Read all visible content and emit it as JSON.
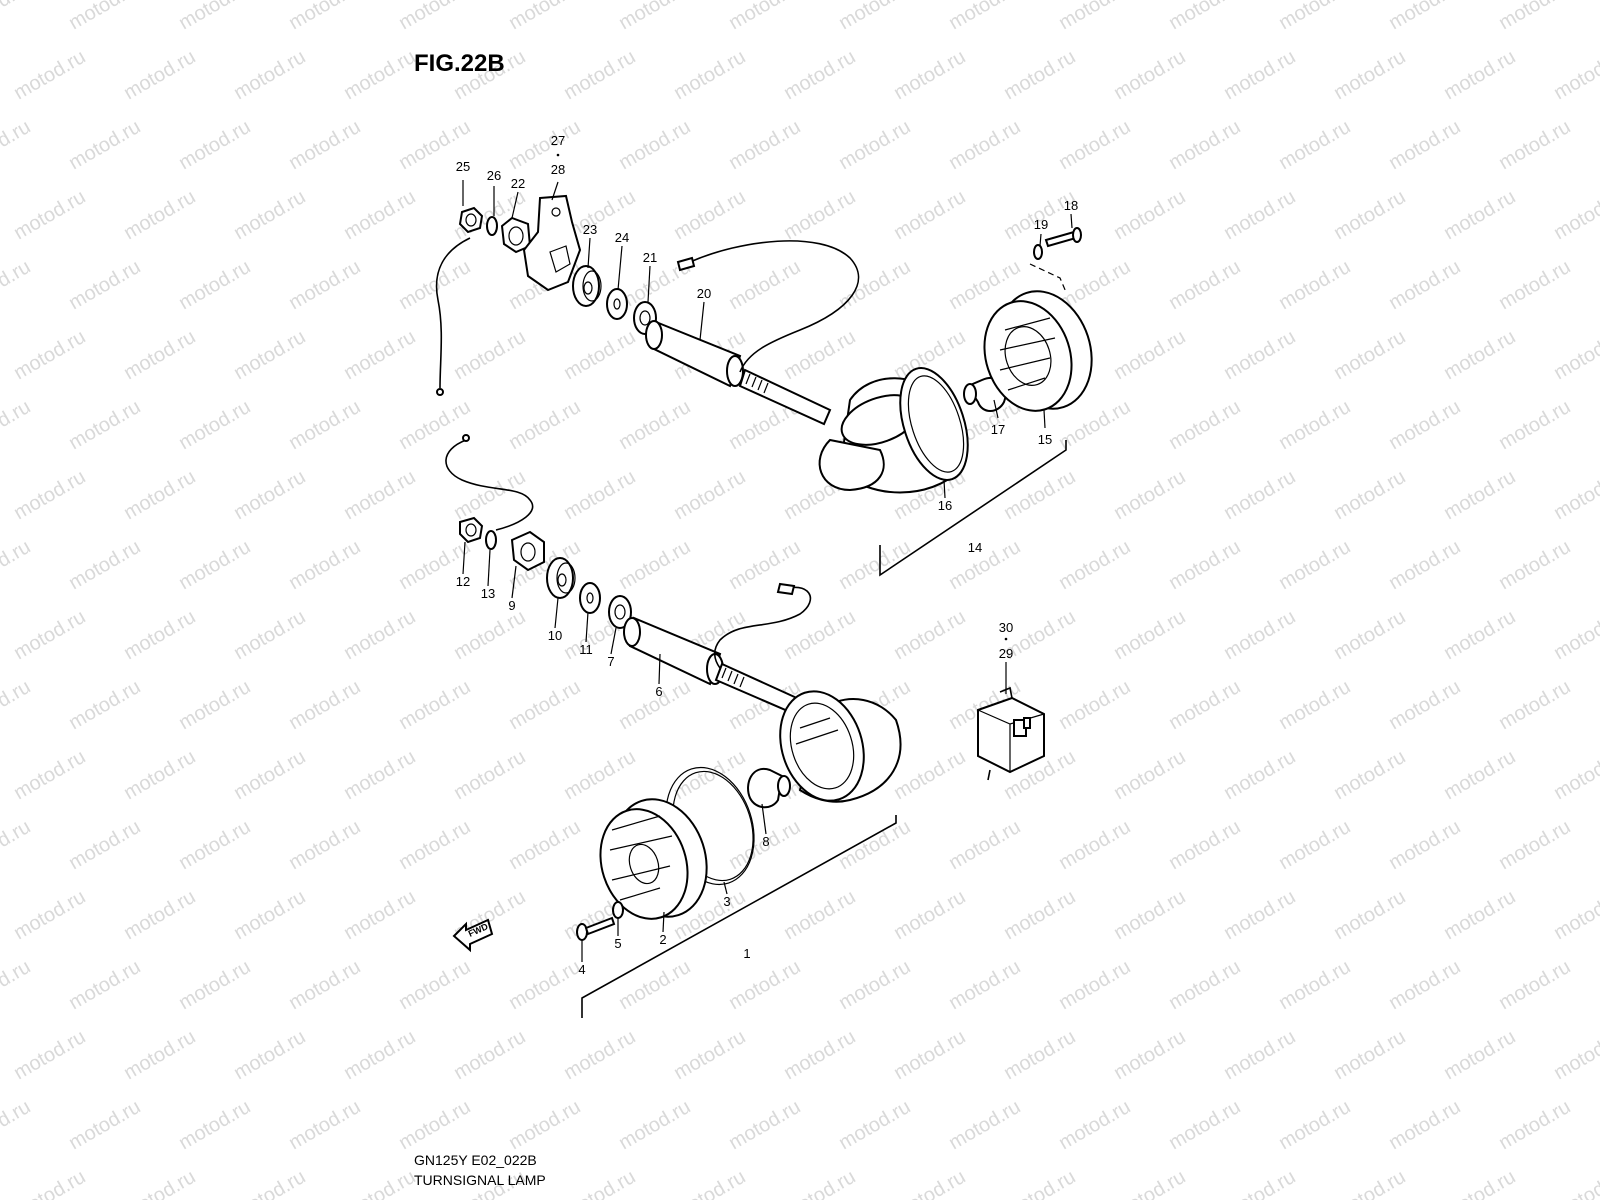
{
  "figure": {
    "title": "FIG.22B",
    "code": "GN125Y E02_022B",
    "name": "TURNSIGNAL LAMP",
    "watermark": "motod.ru",
    "fwd_label": "FWD"
  },
  "callouts": [
    {
      "id": "c1",
      "label": "1"
    },
    {
      "id": "c2",
      "label": "2"
    },
    {
      "id": "c3",
      "label": "3"
    },
    {
      "id": "c4",
      "label": "4"
    },
    {
      "id": "c5",
      "label": "5"
    },
    {
      "id": "c6",
      "label": "6"
    },
    {
      "id": "c7",
      "label": "7"
    },
    {
      "id": "c8",
      "label": "8"
    },
    {
      "id": "c9",
      "label": "9"
    },
    {
      "id": "c10",
      "label": "10"
    },
    {
      "id": "c11",
      "label": "11"
    },
    {
      "id": "c12",
      "label": "12"
    },
    {
      "id": "c13",
      "label": "13"
    },
    {
      "id": "c14",
      "label": "14"
    },
    {
      "id": "c15",
      "label": "15"
    },
    {
      "id": "c16",
      "label": "16"
    },
    {
      "id": "c17",
      "label": "17"
    },
    {
      "id": "c18",
      "label": "18"
    },
    {
      "id": "c19",
      "label": "19"
    },
    {
      "id": "c20",
      "label": "20"
    },
    {
      "id": "c21",
      "label": "21"
    },
    {
      "id": "c22",
      "label": "22"
    },
    {
      "id": "c23",
      "label": "23"
    },
    {
      "id": "c24",
      "label": "24"
    },
    {
      "id": "c25",
      "label": "25"
    },
    {
      "id": "c26",
      "label": "26"
    },
    {
      "id": "c27",
      "label": "27"
    },
    {
      "id": "c28",
      "label": "28"
    },
    {
      "id": "c29",
      "label": "29"
    },
    {
      "id": "c30",
      "label": "30"
    }
  ]
}
